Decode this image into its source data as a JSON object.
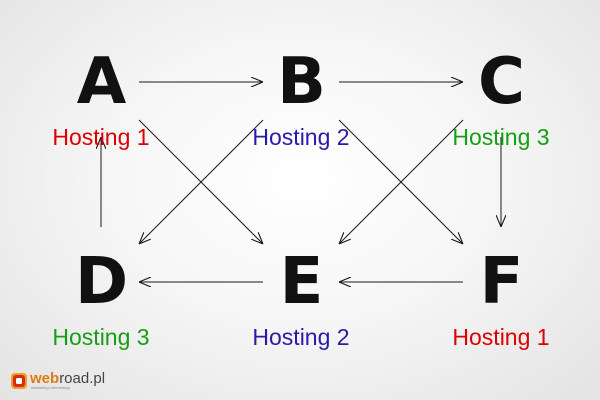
{
  "nodes": [
    {
      "id": "A",
      "letter": "A",
      "hosting": "Hosting 1",
      "color": "#dd0000"
    },
    {
      "id": "B",
      "letter": "B",
      "hosting": "Hosting 2",
      "color": "#2a1aa8"
    },
    {
      "id": "C",
      "letter": "C",
      "hosting": "Hosting 3",
      "color": "#169e16"
    },
    {
      "id": "D",
      "letter": "D",
      "hosting": "Hosting 3",
      "color": "#169e16"
    },
    {
      "id": "E",
      "letter": "E",
      "hosting": "Hosting 2",
      "color": "#2a1aa8"
    },
    {
      "id": "F",
      "letter": "F",
      "hosting": "Hosting 1",
      "color": "#dd0000"
    }
  ],
  "edges": [
    {
      "from": "A",
      "to": "B"
    },
    {
      "from": "B",
      "to": "C"
    },
    {
      "from": "A",
      "to": "E"
    },
    {
      "from": "B",
      "to": "D"
    },
    {
      "from": "B",
      "to": "F"
    },
    {
      "from": "C",
      "to": "E"
    },
    {
      "from": "C",
      "to": "F"
    },
    {
      "from": "D",
      "to": "A"
    },
    {
      "from": "E",
      "to": "D"
    },
    {
      "from": "F",
      "to": "E"
    }
  ],
  "logo": {
    "prefix": "web",
    "suffix": "road.pl",
    "tagline": "marketing internetowy"
  }
}
